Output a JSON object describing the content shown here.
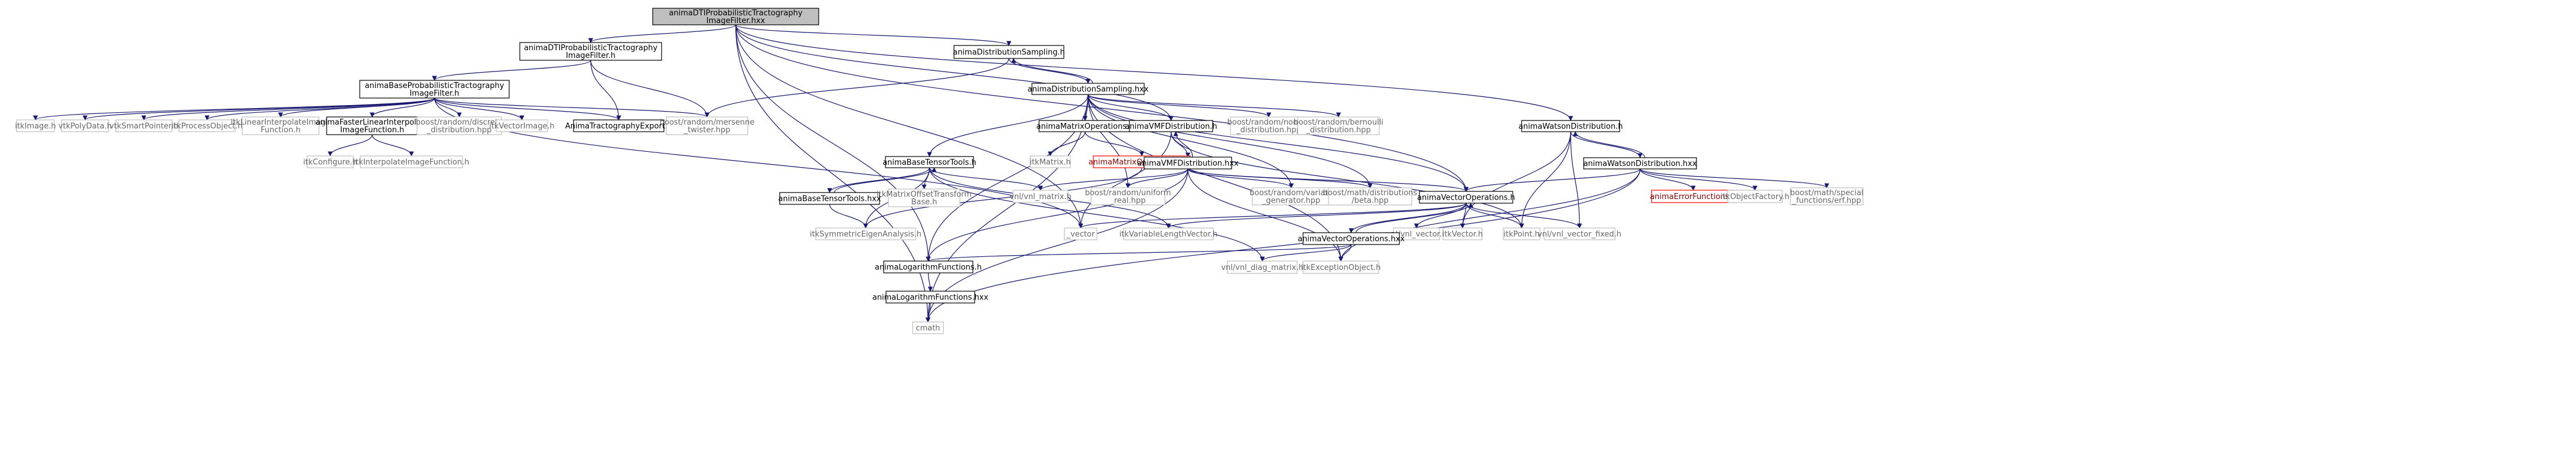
{
  "colors": {
    "edge": "#191970",
    "root_fill": "#bfbfbf",
    "box_border": "#000000",
    "external_border": "#bfbfbf",
    "missing_border": "#ff0000"
  },
  "nodes": {
    "root": {
      "lines": [
        "animaDTIProbabilisticTractography",
        "ImageFilter.hxx"
      ],
      "style": "root"
    },
    "dtiFilterH": {
      "lines": [
        "animaDTIProbabilisticTractography",
        "ImageFilter.h"
      ],
      "style": "box"
    },
    "distSamplingH": {
      "lines": [
        "animaDistributionSampling.h"
      ],
      "style": "box"
    },
    "watsonDistH": {
      "lines": [
        "animaWatsonDistribution.h"
      ],
      "style": "box"
    },
    "baseFilterH": {
      "lines": [
        "animaBaseProbabilisticTractography",
        "ImageFilter.h"
      ],
      "style": "box"
    },
    "distSamplingHxx": {
      "lines": [
        "animaDistributionSampling.hxx"
      ],
      "style": "box"
    },
    "watsonDistHxx": {
      "lines": [
        "animaWatsonDistribution.hxx"
      ],
      "style": "box"
    },
    "itkImage": {
      "lines": [
        "itkImage.h"
      ],
      "style": "ext"
    },
    "vtkPolyData": {
      "lines": [
        "vtkPolyData.h"
      ],
      "style": "ext"
    },
    "vtkSmartPointer": {
      "lines": [
        "vtkSmartPointer.h"
      ],
      "style": "ext"
    },
    "itkProcessObject": {
      "lines": [
        "itkProcessObject.h"
      ],
      "style": "ext"
    },
    "itkLinearInterp": {
      "lines": [
        "itkLinearInterpolateImage",
        "Function.h"
      ],
      "style": "ext"
    },
    "fasterLinearInterp": {
      "lines": [
        "animaFasterLinearInterpolate",
        "ImageFunction.h"
      ],
      "style": "box"
    },
    "discreteDist": {
      "lines": [
        "boost/random/discrete",
        "_distribution.hpp"
      ],
      "style": "ext"
    },
    "itkVectorImage": {
      "lines": [
        "itkVectorImage.h"
      ],
      "style": "ext"
    },
    "tractExport": {
      "lines": [
        "AnimaTractographyExport.h"
      ],
      "style": "box"
    },
    "mersenne": {
      "lines": [
        "boost/random/mersenne",
        "_twister.hpp"
      ],
      "style": "ext"
    },
    "matrixOpsH": {
      "lines": [
        "animaMatrixOperations.h"
      ],
      "style": "box"
    },
    "vmfDistH": {
      "lines": [
        "animaVMFDistribution.h"
      ],
      "style": "box"
    },
    "normalDist": {
      "lines": [
        "boost/random/normal",
        "_distribution.hpp"
      ],
      "style": "ext"
    },
    "bernoulliDist": {
      "lines": [
        "boost/random/bernoulli",
        "_distribution.hpp"
      ],
      "style": "ext"
    },
    "itkConfigure": {
      "lines": [
        "itkConfigure.h"
      ],
      "style": "ext"
    },
    "itkInterpImageFunc": {
      "lines": [
        "itkInterpolateImageFunction.h"
      ],
      "style": "ext"
    },
    "itkMatrix": {
      "lines": [
        "itkMatrix.h"
      ],
      "style": "ext"
    },
    "matrixOpsHxx": {
      "lines": [
        "animaMatrixOperations.hxx"
      ],
      "style": "missing"
    },
    "baseTensorToolsH": {
      "lines": [
        "animaBaseTensorTools.h"
      ],
      "style": "box"
    },
    "vmfDistHxx": {
      "lines": [
        "animaVMFDistribution.hxx"
      ],
      "style": "box"
    },
    "errorFunctionsH": {
      "lines": [
        "animaErrorFunctions.h"
      ],
      "style": "missing"
    },
    "itkObjectFactory": {
      "lines": [
        "itkObjectFactory.h"
      ],
      "style": "ext"
    },
    "erfHpp": {
      "lines": [
        "boost/math/special",
        "_functions/erf.hpp"
      ],
      "style": "ext"
    },
    "baseTensorToolsHxx": {
      "lines": [
        "animaBaseTensorTools.hxx"
      ],
      "style": "box"
    },
    "itkMatrixOffset": {
      "lines": [
        "itkMatrixOffsetTransform",
        "Base.h"
      ],
      "style": "ext"
    },
    "vnlMatrix": {
      "lines": [
        "vnl/vnl_matrix.h"
      ],
      "style": "ext"
    },
    "uniformReal": {
      "lines": [
        "boost/random/uniform",
        "_real.hpp"
      ],
      "style": "ext"
    },
    "variateGen": {
      "lines": [
        "boost/random/variate",
        "_generator.hpp"
      ],
      "style": "ext"
    },
    "betaHpp": {
      "lines": [
        "boost/math/distributions",
        "/beta.hpp"
      ],
      "style": "ext"
    },
    "vectorOpsH": {
      "lines": [
        "animaVectorOperations.h"
      ],
      "style": "box"
    },
    "itkSymEigen": {
      "lines": [
        "itkSymmetricEigenAnalysis.h"
      ],
      "style": "ext"
    },
    "vectorStd": {
      "lines": [
        "_vector"
      ],
      "style": "ext"
    },
    "itkVarLenVector": {
      "lines": [
        "itkVariableLengthVector.h"
      ],
      "style": "ext"
    },
    "vnlVector": {
      "lines": [
        "vnl/vnl_vector.h"
      ],
      "style": "ext"
    },
    "itkVector": {
      "lines": [
        "itkVector.h"
      ],
      "style": "ext"
    },
    "itkPoint": {
      "lines": [
        "itkPoint.h"
      ],
      "style": "ext"
    },
    "vnlVectorFixed": {
      "lines": [
        "vnl/vnl_vector_fixed.h"
      ],
      "style": "ext"
    },
    "vectorOpsHxx": {
      "lines": [
        "animaVectorOperations.hxx"
      ],
      "style": "box"
    },
    "logRmH": {
      "lines": [
        "animaLogarithmFunctions.h"
      ],
      "style": "box"
    },
    "vnlDiagMatrix": {
      "lines": [
        "vnl/vnl_diag_matrix.h"
      ],
      "style": "ext"
    },
    "itkExceptionObject": {
      "lines": [
        "itkExceptionObject.h"
      ],
      "style": "ext"
    },
    "logRmHxx": {
      "lines": [
        "animaLogarithmFunctions.hxx"
      ],
      "style": "box"
    },
    "cmath": {
      "lines": [
        "cmath"
      ],
      "style": "ext"
    }
  }
}
